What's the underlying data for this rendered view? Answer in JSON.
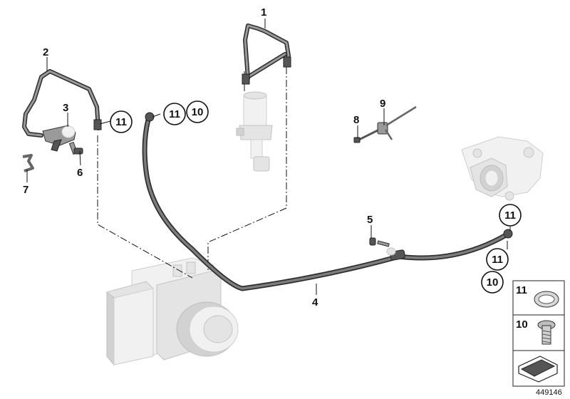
{
  "callouts": {
    "c1": "1",
    "c2": "2",
    "c3": "3",
    "c4": "4",
    "c5": "5",
    "c6": "6",
    "c7": "7",
    "c8": "8",
    "c9": "9",
    "c10a": "10",
    "c10b": "10",
    "c11a": "11",
    "c11b": "11",
    "c11c": "11",
    "c11d": "11"
  },
  "legend": {
    "item_11": "11",
    "item_10": "10"
  },
  "reference_number": "449146"
}
